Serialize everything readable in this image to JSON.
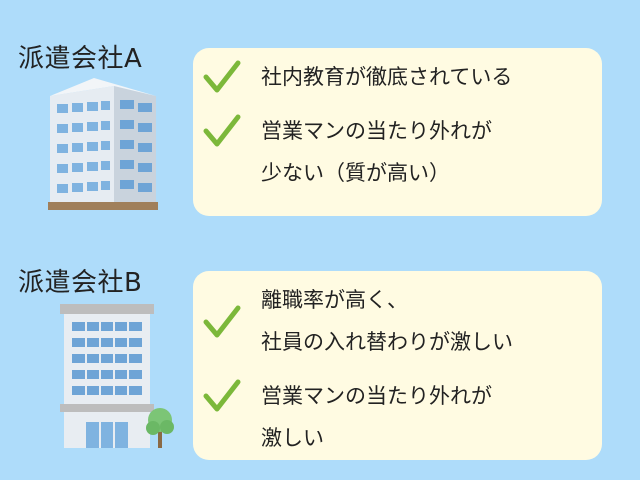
{
  "company_a": {
    "label": "派遣会社A",
    "points": [
      {
        "lines": [
          "社内教育が徹底されている"
        ]
      },
      {
        "lines": [
          "営業マンの当たり外れが",
          "少ない（質が高い）"
        ]
      }
    ]
  },
  "company_b": {
    "label": "派遣会社B",
    "points": [
      {
        "lines": [
          "離職率が高く、",
          "社員の入れ替わりが激しい"
        ]
      },
      {
        "lines": [
          "営業マンの当たり外れが",
          "激しい"
        ]
      }
    ]
  },
  "icons": {
    "check": "check-icon",
    "building_a": "office-building-icon",
    "building_b": "office-building-with-tree-icon"
  },
  "colors": {
    "background": "#aedcfa",
    "card": "#fffbe2",
    "check": "#7cb83a"
  }
}
